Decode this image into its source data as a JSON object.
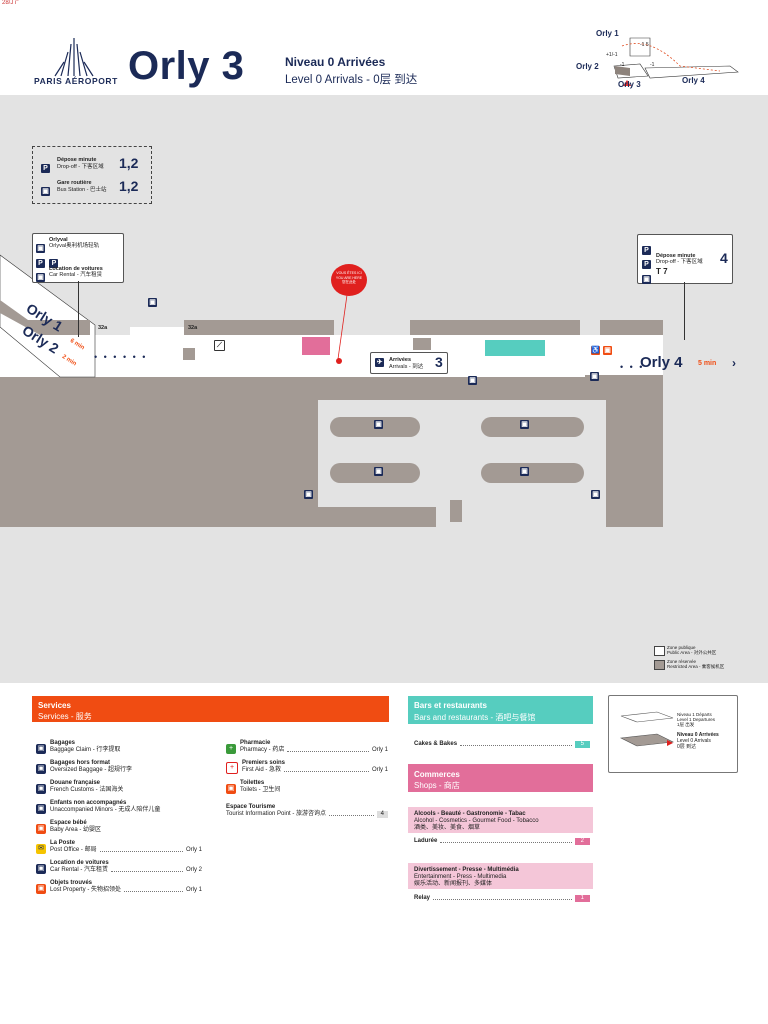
{
  "header": {
    "note": "28/J i\"",
    "logo_text": "PARIS AÉROPORT",
    "title": "Orly 3",
    "level_fr": "Niveau 0 Arrivées",
    "level_en": "Level 0 Arrivals - 0层 到达"
  },
  "minimap": {
    "orly1": "Orly 1",
    "orly2": "Orly 2",
    "orly3": "Orly 3",
    "orly4": "Orly 4",
    "tag1": "+1/-1",
    "tag2": "-1",
    "tag3": "-1",
    "tag4": "-1 5"
  },
  "map": {
    "dropoff_box": {
      "dropoff_label": "Dépose minute",
      "dropoff_sub": "Drop-off - 下客区域",
      "dropoff_num": "1,2",
      "bus_label": "Gare routière",
      "bus_sub": "Bus Station - 巴士站",
      "bus_num": "1,2"
    },
    "orlyval_box": {
      "orlyval_label": "Orlyval",
      "orlyval_sub": "Orlyval奥利机场轻轨",
      "car_label": "Location de voitures",
      "car_sub": "Car Rental - 汽车租赁"
    },
    "right_box": {
      "dropoff_label": "Dépose minute",
      "dropoff_sub": "Drop-off - 下客区域",
      "num": "4",
      "transit": "T 7"
    },
    "you_are_here": "VOUS ÊTES ICI YOU ARE HERE 您在此处",
    "orly1_arrow": "Orly 1",
    "orly2_arrow": "Orly 2",
    "orly1_time": "6 min",
    "orly2_time": "2 min",
    "orly4_arrow": "Orly 4",
    "orly4_time": "5 min",
    "dist_left": "32a",
    "dist_mid": "32a",
    "arrivals_label": "Arrivées",
    "arrivals_sub": "Arrivals - 到达",
    "arrivals_num": "3",
    "legend_public": "Zone publique",
    "legend_public_sub": "Public Area - 对外公共区",
    "legend_restricted": "Zone réservée",
    "legend_restricted_sub": "Restricted Area - 乘客候机区"
  },
  "services": {
    "title": "Services",
    "subtitle": "Services - 服务",
    "items_left": [
      {
        "name": "Bagages",
        "sub": "Baggage Claim - 行李提取",
        "loc": ""
      },
      {
        "name": "Bagages hors format",
        "sub": "Oversized Baggage - 超规行李",
        "loc": ""
      },
      {
        "name": "Douane française",
        "sub": "French Customs - 法国海关",
        "loc": ""
      },
      {
        "name": "Enfants non accompagnés",
        "sub": "Unaccompanied Minors - 无成人陪伴儿童",
        "loc": ""
      },
      {
        "name": "Espace bébé",
        "sub": "Baby Area - 幼婴区",
        "loc": ""
      },
      {
        "name": "La Poste",
        "sub": "Post Office - 邮局",
        "loc": "Orly 1"
      },
      {
        "name": "Location de voitures",
        "sub": "Car Rental - 汽车租赁",
        "loc": "Orly 2"
      },
      {
        "name": "Objets trouvés",
        "sub": "Lost Property - 失物招领处",
        "loc": "Orly 1"
      }
    ],
    "items_right": [
      {
        "name": "Pharmacie",
        "sub": "Pharmacy - 药店",
        "loc": "Orly 1"
      },
      {
        "name": "Premiers soins",
        "sub": "First Aid - 急救",
        "loc": "Orly 1"
      },
      {
        "name": "Toilettes",
        "sub": "Toilets - 卫生间",
        "loc": ""
      },
      {
        "name": "Espace Tourisme",
        "sub": "Tourist Information Point - 旅游咨询点",
        "loc": "4"
      }
    ]
  },
  "bars": {
    "title": "Bars et restaurants",
    "subtitle": "Bars and restaurants - 酒吧与餐馆",
    "item": "Cakes & Bakes",
    "item_num": "5"
  },
  "shops": {
    "title": "Commerces",
    "subtitle": "Shops - 商店",
    "cat1_title": "Alcools - Beauté - Gastronomie - Tabac",
    "cat1_sub": "Alcohol - Cosmetics - Gourmet Food - Tobacco",
    "cat1_cn": "酒类、美妆、美食、烟草",
    "cat1_item": "Ladurée",
    "cat1_num": "2",
    "cat2_title": "Divertissement - Presse - Multimédia",
    "cat2_sub": "Entertainment - Press - Multimedia",
    "cat2_cn": "娱乐活动、新闻报刊、多媒体",
    "cat2_item": "Relay",
    "cat2_num": "1"
  },
  "level_legend": {
    "upper_label": "Niveau 1 Départs",
    "upper_sub": "Level 1 Departures",
    "upper_cn": "1层 出发",
    "lower_label": "Niveau 0 Arrivées",
    "lower_sub": "Level 0 Arrivals",
    "lower_cn": "0层 到达"
  },
  "colors": {
    "navy": "#1b2a57",
    "orange": "#f04c12",
    "teal": "#56cdbf",
    "pink": "#e26e9a",
    "building": "#a39a94",
    "background": "#e3e3e3"
  }
}
